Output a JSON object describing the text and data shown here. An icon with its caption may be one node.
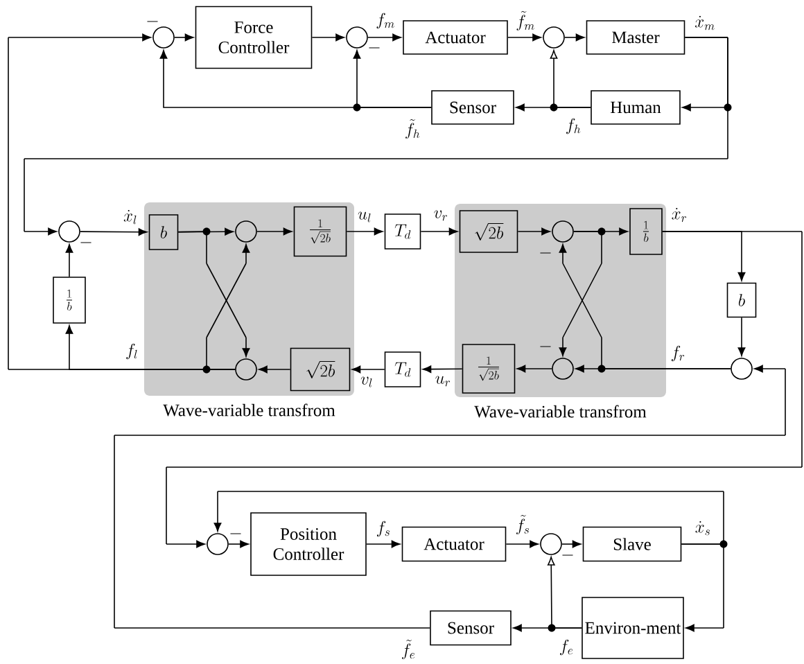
{
  "diagram": {
    "nodes": [
      {
        "text": [],
        "shape": "circle"
      },
      {
        "text": [
          "Force Controller"
        ]
      },
      {
        "text": [],
        "shape": "circle"
      },
      {
        "text": [
          "Actuator"
        ]
      },
      {
        "text": [],
        "shape": "circle"
      },
      {
        "text": [
          "Master"
        ]
      },
      {
        "text": [
          "Sensor"
        ]
      },
      {
        "text": [
          "Human"
        ]
      },
      {
        "text": [],
        "shape": "circle"
      },
      {
        "text": [
          "\\frac{1}{b}"
        ]
      },
      {
        "text": [
          "Wave-variable transfrom"
        ]
      },
      {
        "text": [
          "b"
        ],
        "in": 10
      },
      {
        "text": [],
        "shape": "circle",
        "in": 10
      },
      {
        "text": [
          "\\frac{1}{\\sqrt{2b}}"
        ],
        "in": 10
      },
      {
        "text": [],
        "shape": "circle",
        "in": 10
      },
      {
        "text": [
          "\\sqrt{2b}"
        ],
        "in": 10
      },
      {
        "text": [
          "T_d"
        ]
      },
      {
        "text": [
          "T_d"
        ]
      },
      {
        "text": [
          "Wave-variable transfrom"
        ]
      },
      {
        "text": [
          "\\sqrt{2b}"
        ],
        "in": 18
      },
      {
        "text": [],
        "shape": "circle",
        "in": 18
      },
      {
        "text": [
          "\\frac{1}{b}"
        ],
        "in": 18
      },
      {
        "text": [],
        "shape": "circle",
        "in": 18
      },
      {
        "text": [
          "\\frac{1}{\\sqrt{2b}}"
        ],
        "in": 18
      },
      {
        "text": [
          "b"
        ]
      },
      {
        "text": [],
        "shape": "circle"
      },
      {
        "text": [],
        "shape": "circle"
      },
      {
        "text": [
          "Position Controller"
        ]
      },
      {
        "text": [
          "Actuator"
        ]
      },
      {
        "text": [],
        "shape": "circle"
      },
      {
        "text": [
          "Slave"
        ]
      },
      {
        "text": [
          "Environ-ment"
        ]
      },
      {
        "text": [
          "Sensor"
        ]
      }
    ],
    "edges": [
      {
        "from": 0,
        "to": 1,
        "arrow": "to"
      },
      {
        "from": 1,
        "to": 2,
        "arrow": "to"
      },
      {
        "from": 2,
        "to": 3,
        "arrow": "to"
      },
      {
        "from": 3,
        "to": 4,
        "arrow": "to"
      },
      {
        "from": 4,
        "to": 5,
        "arrow": "to"
      },
      {
        "from": 5,
        "to": 7,
        "arrow": "to"
      },
      {
        "from": 7,
        "to": 6,
        "arrow": "to"
      },
      {
        "from": 7,
        "to": 4,
        "arrow": "to"
      },
      {
        "from": 6,
        "to": 2,
        "arrow": "to"
      },
      {
        "from": 6,
        "to": 0,
        "arrow": "to"
      },
      {
        "from": 5,
        "to": 8,
        "arrow": "to"
      },
      {
        "from": 8,
        "to": 11,
        "arrow": "to"
      },
      {
        "from": 11,
        "to": 12,
        "arrow": "to"
      },
      {
        "from": 11,
        "to": 14,
        "arrow": "to"
      },
      {
        "from": 12,
        "to": 13,
        "arrow": "to"
      },
      {
        "from": 13,
        "to": 16,
        "arrow": "to"
      },
      {
        "from": 16,
        "to": 19,
        "arrow": "to"
      },
      {
        "from": 19,
        "to": 20,
        "arrow": "to"
      },
      {
        "from": 20,
        "to": 21,
        "arrow": "to"
      },
      {
        "from": 20,
        "to": 22,
        "arrow": "to"
      },
      {
        "from": 21,
        "to": 24,
        "arrow": "to"
      },
      {
        "from": 21,
        "to": 26,
        "arrow": "to"
      },
      {
        "from": 24,
        "to": 25,
        "arrow": "to"
      },
      {
        "from": 25,
        "to": 22,
        "arrow": "to"
      },
      {
        "from": 25,
        "to": 20,
        "arrow": "to"
      },
      {
        "from": 22,
        "to": 23,
        "arrow": "to"
      },
      {
        "from": 23,
        "to": 17,
        "arrow": "to"
      },
      {
        "from": 17,
        "to": 15,
        "arrow": "to"
      },
      {
        "from": 15,
        "to": 14,
        "arrow": "to"
      },
      {
        "from": 14,
        "to": 12,
        "arrow": "to"
      },
      {
        "from": 14,
        "to": 9,
        "arrow": "to"
      },
      {
        "from": 14,
        "to": 0,
        "arrow": "to"
      },
      {
        "from": 9,
        "to": 8,
        "arrow": "to"
      },
      {
        "from": 26,
        "to": 27,
        "arrow": "to"
      },
      {
        "from": 27,
        "to": 28,
        "arrow": "to"
      },
      {
        "from": 28,
        "to": 29,
        "arrow": "to"
      },
      {
        "from": 29,
        "to": 30,
        "arrow": "to"
      },
      {
        "from": 30,
        "to": 31,
        "arrow": "to"
      },
      {
        "from": 30,
        "to": 26,
        "arrow": "to"
      },
      {
        "from": 31,
        "to": 32,
        "arrow": "to"
      },
      {
        "from": 31,
        "to": 29,
        "arrow": "to"
      },
      {
        "from": 32,
        "to": 25,
        "arrow": "to"
      }
    ],
    "labels": [
      "-",
      "f_m",
      "-",
      "\\tilde{f}_m",
      "\\dot{x}_m",
      "\\tilde{f}_h",
      "f_h",
      "\\dot{x}_l",
      "u_l",
      "v_r",
      "\\dot{x}_r",
      "-",
      "-",
      "f_l",
      "-",
      "f_r",
      "v_l",
      "u_r",
      "f_s",
      "\\tilde{f}_s",
      "\\dot{x}_s",
      "-",
      "-",
      "\\tilde{f}_e",
      "f_e"
    ]
  }
}
